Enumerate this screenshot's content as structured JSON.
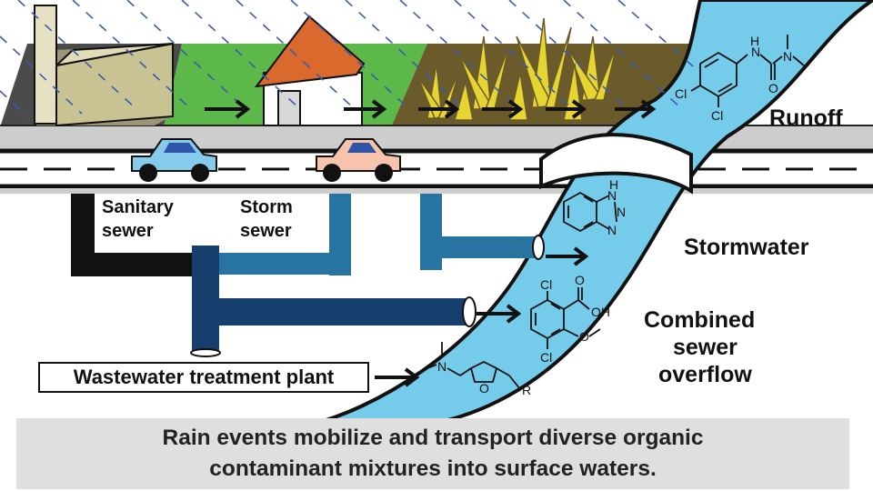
{
  "labels": {
    "runoff": "Runoff",
    "stormwater": "Stormwater",
    "cso_line1": "Combined",
    "cso_line2": "sewer",
    "cso_line3": "overflow",
    "sanitary_line1": "Sanitary",
    "sanitary_line2": "sewer",
    "storm_line1": "Storm",
    "storm_line2": "sewer",
    "wwtp": "Wastewater treatment plant"
  },
  "chem_labels": {
    "diuron_cl1": "Cl",
    "diuron_cl2": "Cl",
    "diuron_n1": "N",
    "diuron_n2": "N",
    "diuron_h": "H",
    "diuron_o": "O",
    "btz_h": "H",
    "btz_n1": "N",
    "btz_n2": "N",
    "btz_n3": "N",
    "dicamba_cl1": "Cl",
    "dicamba_cl2": "Cl",
    "dicamba_oh": "OH",
    "dicamba_o1": "O",
    "dicamba_o2": "O",
    "ran_n": "N",
    "ran_o": "O",
    "ran_r": "R"
  },
  "caption": {
    "line1": "Rain events mobilize and transport diverse organic",
    "line2": "contaminant mixtures into surface waters."
  },
  "colors": {
    "river": "#75cbea",
    "river_outline": "#1a1a1a",
    "road": "#cdcdcd",
    "grass": "#5cb848",
    "soil": "#6b5a2a",
    "crops": "#e6d430",
    "sanitary_pipe": "#111111",
    "storm_pipe": "#2874a0",
    "combined_pipe": "#173f6e",
    "building": "#c9c393",
    "house_roof": "#d9692c",
    "car_blue": "#86cbec",
    "car_pink": "#f6c3ad",
    "rain": "#3b5bb0",
    "caption_bg": "#e1dfdd"
  },
  "icons": [
    "factory-icon",
    "house-icon",
    "crop-icon",
    "car-icon",
    "bridge-icon",
    "arrow-icon"
  ]
}
